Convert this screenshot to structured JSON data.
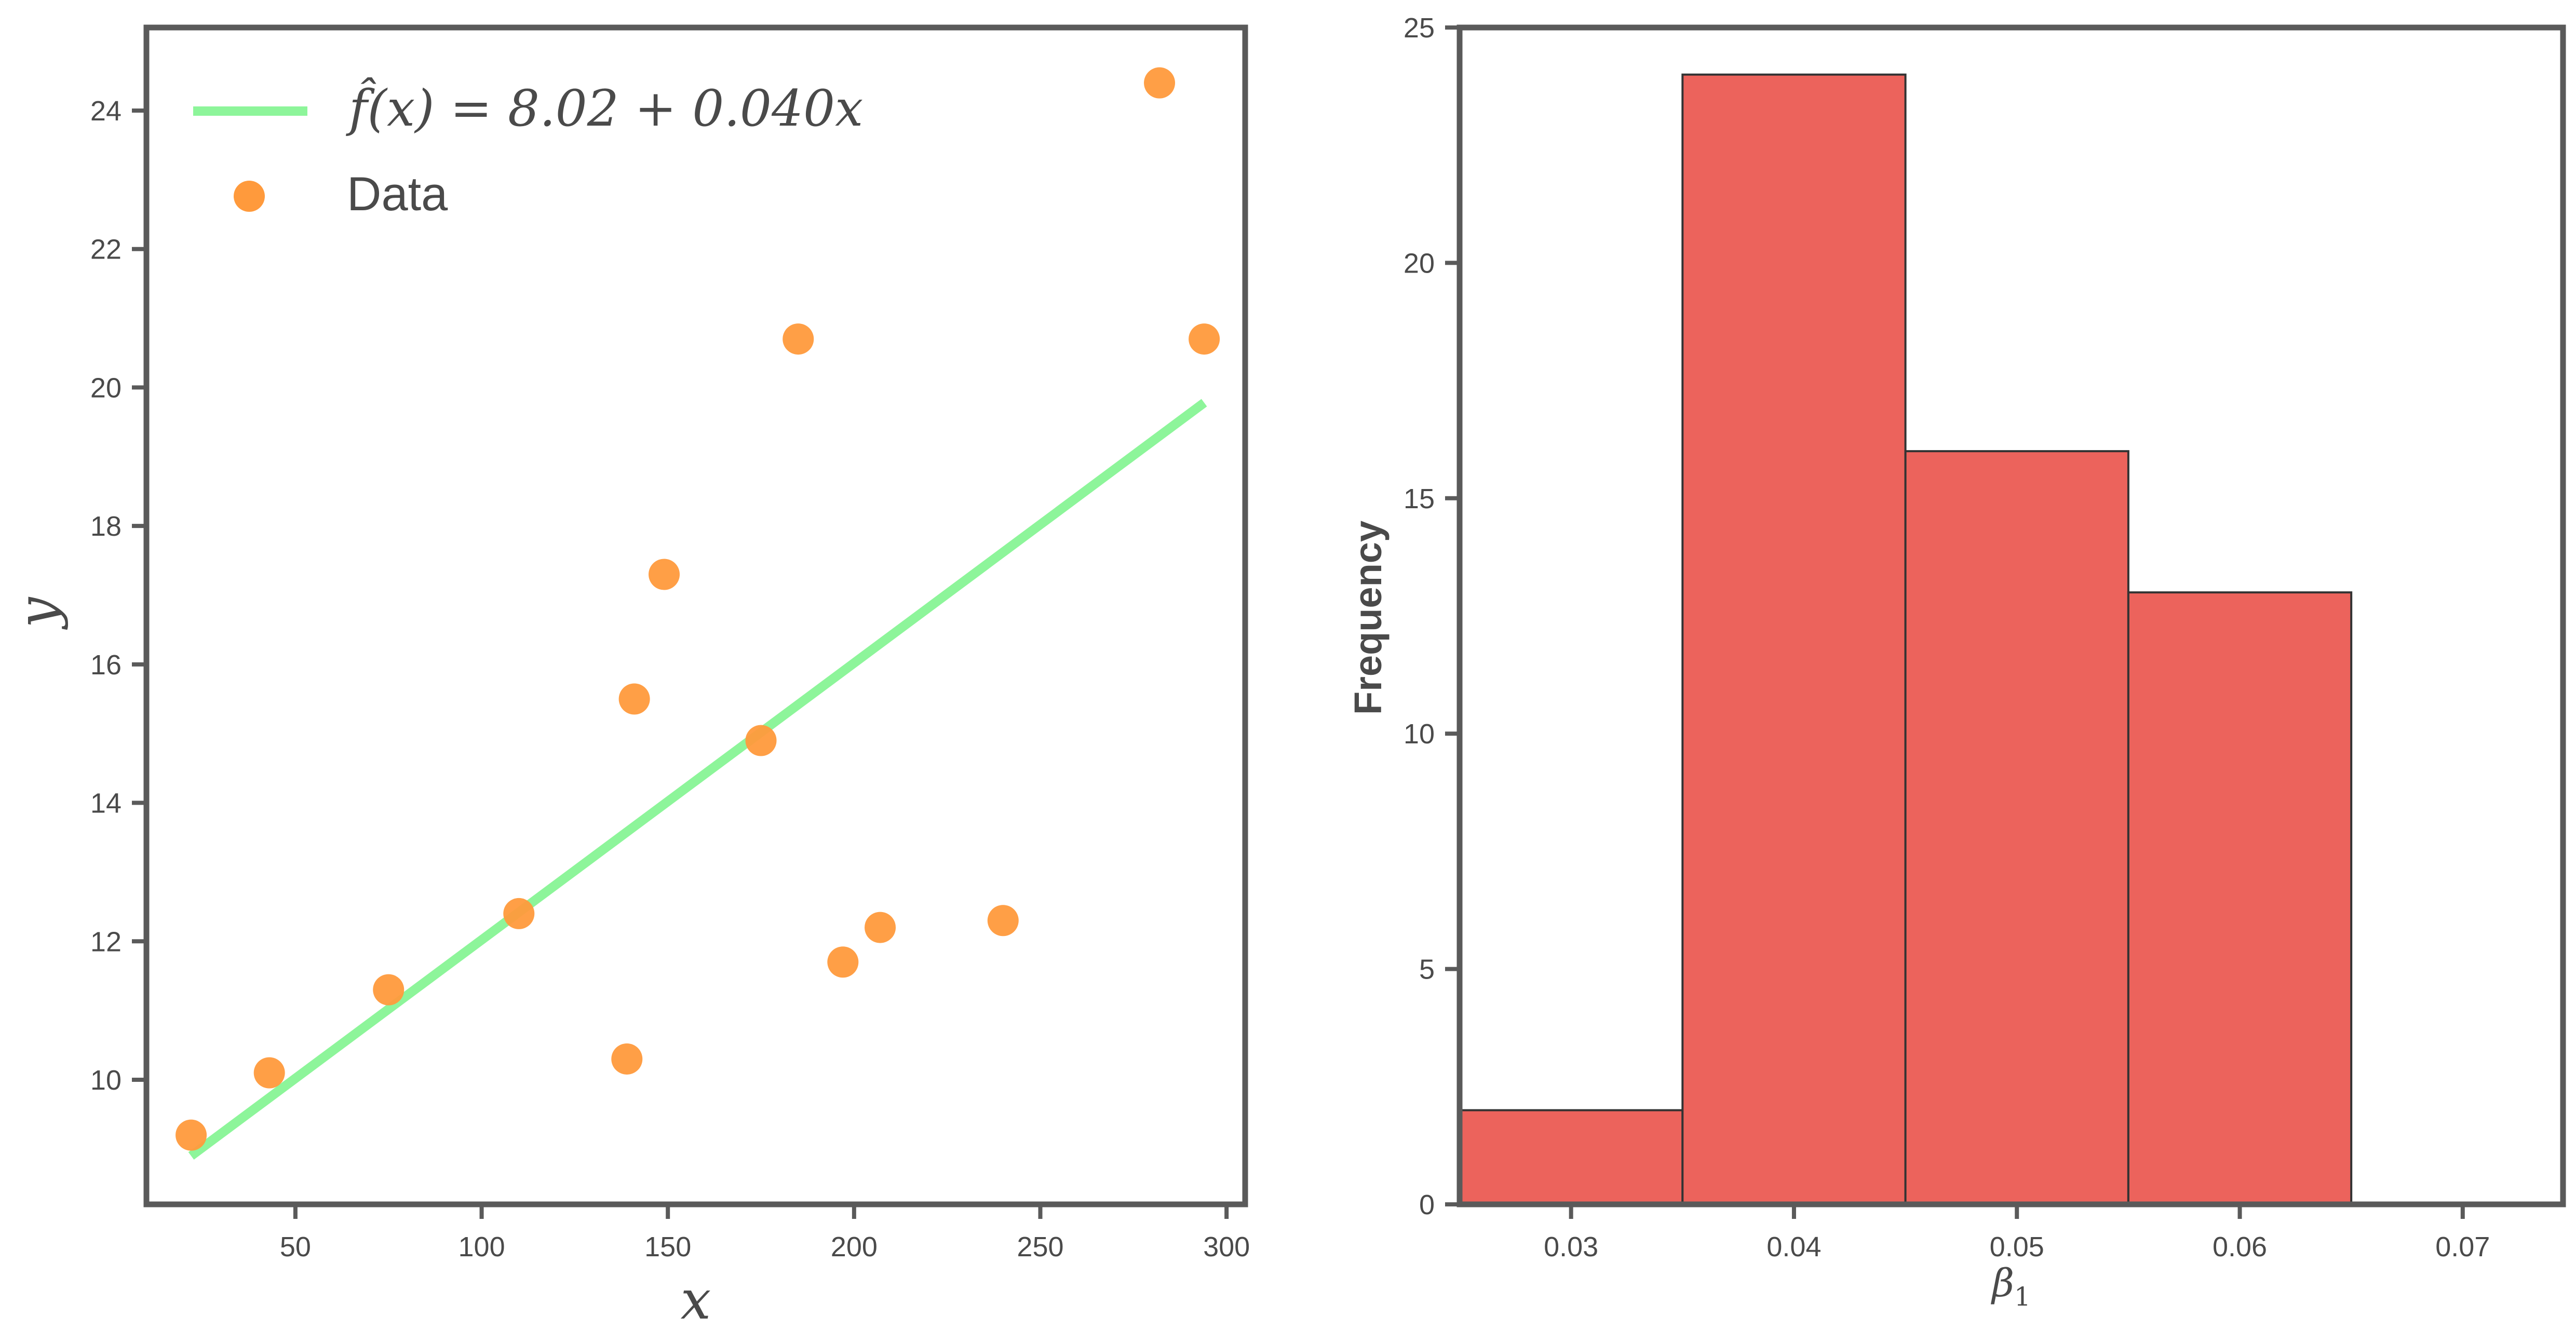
{
  "chart_data": [
    {
      "type": "scatter",
      "xlabel": "x",
      "ylabel": "y",
      "xlim": [
        10,
        305
      ],
      "ylim": [
        8.2,
        25.2
      ],
      "xticks": [
        50,
        100,
        150,
        200,
        250,
        300
      ],
      "yticks": [
        10,
        12,
        14,
        16,
        18,
        20,
        22,
        24
      ],
      "grid": false,
      "legend_position": "top-left",
      "series": [
        {
          "name": "Data",
          "kind": "scatter",
          "color": "#ff9a3c",
          "points": [
            {
              "x": 22,
              "y": 9.2
            },
            {
              "x": 43,
              "y": 10.1
            },
            {
              "x": 75,
              "y": 11.3
            },
            {
              "x": 110,
              "y": 12.4
            },
            {
              "x": 139,
              "y": 10.3
            },
            {
              "x": 141,
              "y": 15.5
            },
            {
              "x": 149,
              "y": 17.3
            },
            {
              "x": 175,
              "y": 14.9
            },
            {
              "x": 185,
              "y": 20.7
            },
            {
              "x": 197,
              "y": 11.7
            },
            {
              "x": 207,
              "y": 12.2
            },
            {
              "x": 240,
              "y": 12.3
            },
            {
              "x": 282,
              "y": 24.4
            },
            {
              "x": 294,
              "y": 20.7
            }
          ]
        },
        {
          "name": "f̂(x) = 8.02 + 0.040x",
          "kind": "line",
          "color": "#8df59a",
          "intercept": 8.02,
          "slope": 0.04,
          "x_range": [
            22,
            294
          ]
        }
      ]
    },
    {
      "type": "bar",
      "subtype": "histogram",
      "xlabel": "β1",
      "ylabel": "Frequency",
      "xlim": [
        0.025,
        0.0745
      ],
      "ylim": [
        0,
        25
      ],
      "xticks": [
        0.03,
        0.04,
        0.05,
        0.06,
        0.07
      ],
      "xtick_labels": [
        "0.03",
        "0.04",
        "0.05",
        "0.06",
        "0.07"
      ],
      "yticks": [
        0,
        5,
        10,
        15,
        20,
        25
      ],
      "grid": false,
      "bar_color": "#ec635c",
      "bins": [
        {
          "start": 0.025,
          "end": 0.035,
          "count": 2
        },
        {
          "start": 0.035,
          "end": 0.045,
          "count": 24
        },
        {
          "start": 0.045,
          "end": 0.055,
          "count": 16
        },
        {
          "start": 0.055,
          "end": 0.065,
          "count": 13
        }
      ]
    }
  ],
  "colors": {
    "axis": "#5a5a5a",
    "text": "#4a4a4a",
    "bar_edge": "#333333"
  }
}
